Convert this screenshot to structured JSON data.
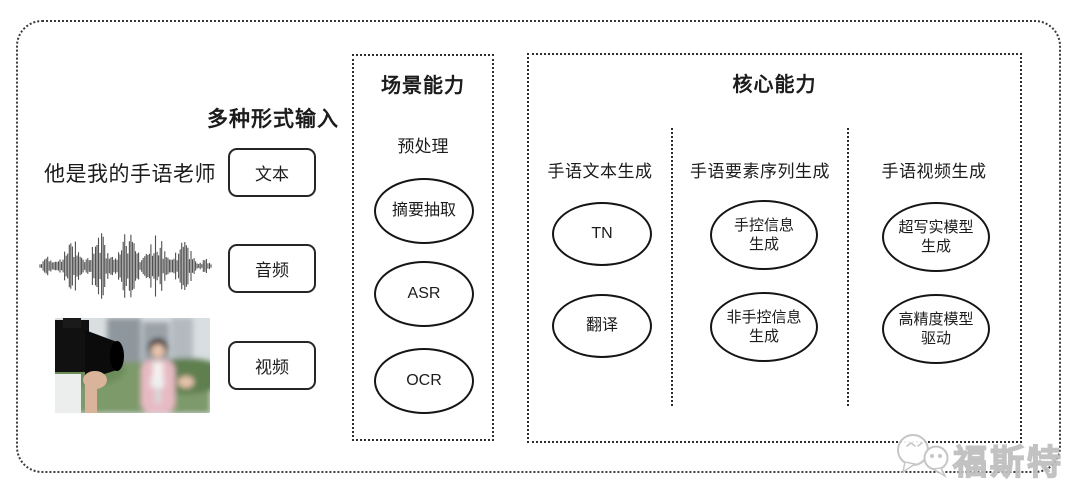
{
  "colors": {
    "frame_border": "#3a3a3a",
    "shape_border": "#151515",
    "text": "#1c1c1c",
    "watermark_gray": "#c2c2c2",
    "background": "#ffffff"
  },
  "input_section": {
    "label": "多种形式输入",
    "sample_text": "他是我的手语老师",
    "items": [
      {
        "label": "文本"
      },
      {
        "label": "音频"
      },
      {
        "label": "视频"
      }
    ],
    "media_icons": [
      "audio-waveform",
      "video-thumbnail"
    ]
  },
  "scene_box": {
    "title": "场景能力",
    "subtitle": "预处理",
    "nodes": [
      {
        "lines": [
          "摘要抽取"
        ]
      },
      {
        "lines": [
          "ASR"
        ]
      },
      {
        "lines": [
          "OCR"
        ]
      }
    ]
  },
  "core_box": {
    "title": "核心能力",
    "columns": [
      {
        "header": "手语文本生成",
        "nodes": [
          {
            "lines": [
              "TN"
            ]
          },
          {
            "lines": [
              "翻译"
            ]
          }
        ]
      },
      {
        "header": "手语要素序列生成",
        "nodes": [
          {
            "lines": [
              "手控信息",
              "生成"
            ]
          },
          {
            "lines": [
              "非手控信息",
              "生成"
            ]
          }
        ]
      },
      {
        "header": "手语视频生成",
        "nodes": [
          {
            "lines": [
              "超写实模型",
              "生成"
            ]
          },
          {
            "lines": [
              "高精度模型",
              "驱动"
            ]
          }
        ]
      }
    ]
  },
  "watermark": {
    "icon": "chat-bubbles-icon",
    "text": "福斯特"
  }
}
